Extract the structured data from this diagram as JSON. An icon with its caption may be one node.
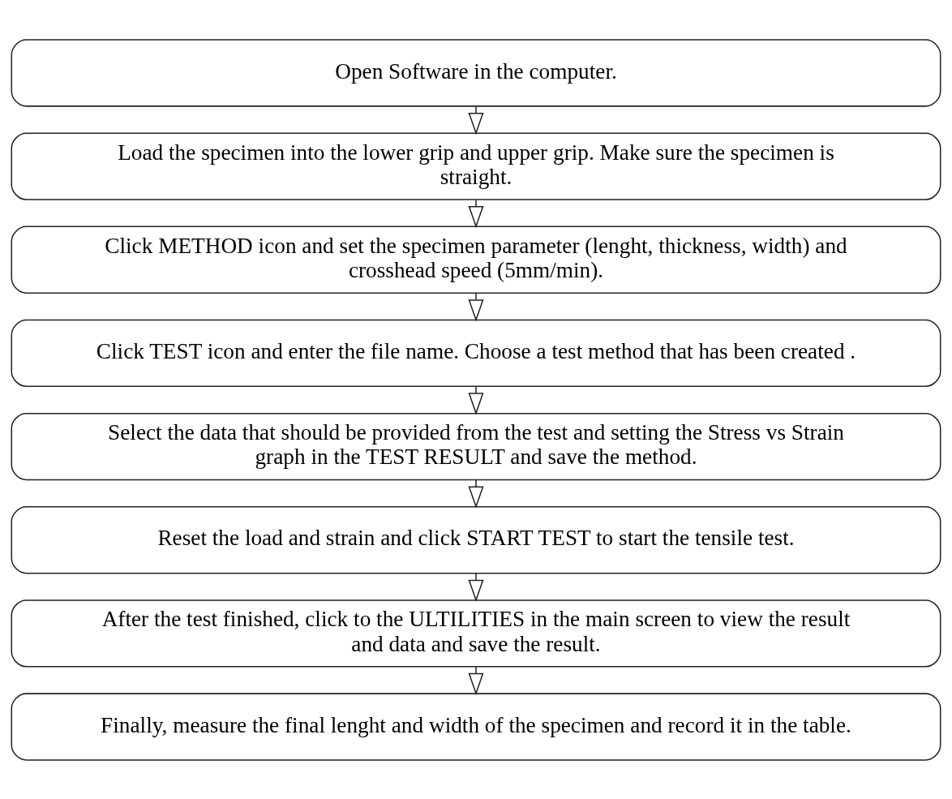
{
  "diagram": {
    "nodes": [
      {
        "text": [
          "Open Software in the computer."
        ]
      },
      {
        "text": [
          "Load the specimen into the lower grip and upper grip. Make sure the specimen is straight."
        ]
      },
      {
        "text": [
          "Click METHOD icon and set the specimen parameter (lenght, thickness, width) and crosshead speed (5mm/min)."
        ]
      },
      {
        "text": [
          "Click TEST icon and enter the file name. Choose a test method that has been created ."
        ]
      },
      {
        "text": [
          "Select the data that should be provided from the test and setting the Stress vs Strain graph in the TEST RESULT and save the method."
        ]
      },
      {
        "text": [
          "Reset the load and strain and click START TEST to start the tensile test."
        ]
      },
      {
        "text": [
          "After the test finished, click to the ULTILITIES in the main screen to view the result and data and save the result."
        ]
      },
      {
        "text": [
          "Finally, measure the final lenght and width of the specimen and record it in the table."
        ]
      }
    ],
    "edges": [
      {
        "from": 0,
        "to": 1,
        "arrow": "to"
      },
      {
        "from": 1,
        "to": 2,
        "arrow": "to"
      },
      {
        "from": 2,
        "to": 3,
        "arrow": "to"
      },
      {
        "from": 3,
        "to": 4,
        "arrow": "to"
      },
      {
        "from": 4,
        "to": 5,
        "arrow": "to"
      },
      {
        "from": 5,
        "to": 6,
        "arrow": "to"
      },
      {
        "from": 6,
        "to": 7,
        "arrow": "to"
      }
    ]
  }
}
